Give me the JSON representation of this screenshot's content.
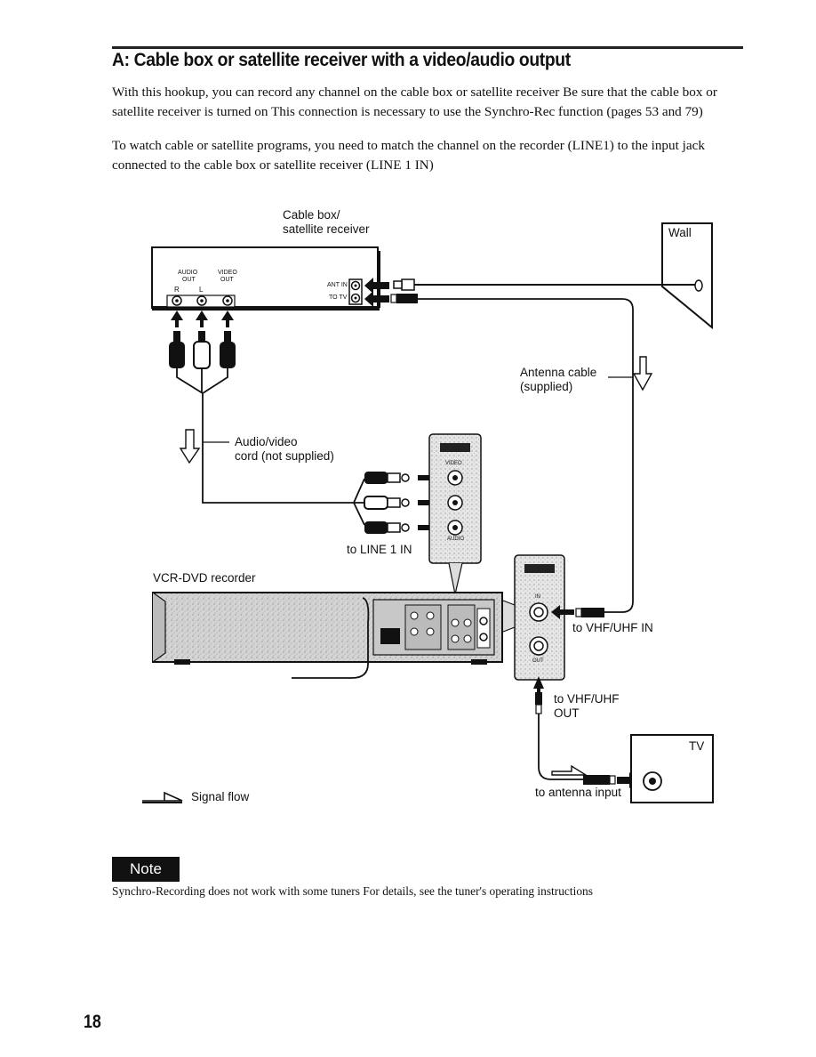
{
  "header": {
    "title": "A: Cable box or satellite receiver with a video/audio output"
  },
  "body": {
    "paragraph1": "With this hookup, you can record any channel on the cable box or satellite receiver Be sure that the cable box or satellite receiver is turned on This connection is necessary to use the Synchro-Rec function (pages 53 and 79)",
    "paragraph2": "To watch cable or satellite programs, you need to match the channel on the recorder (LINE1) to the input jack connected to the cable box or satellite receiver (LINE 1 IN)"
  },
  "diagram": {
    "cable_box_label_line1": "Cable box/",
    "cable_box_label_line2": "satellite receiver",
    "audio_out_label": "AUDIO",
    "audio_out_label2": "OUT",
    "video_out_label": "VIDEO",
    "video_out_label2": "OUT",
    "r_label": "R",
    "l_label": "L",
    "ant_in_label": "ANT IN",
    "to_tv_label": "TO TV",
    "wall_label": "Wall",
    "antenna_cable_line1": "Antenna cable",
    "antenna_cable_line2": "(supplied)",
    "av_cord_line1": "Audio/video",
    "av_cord_line2": "cord (not supplied)",
    "video_jack_label": "VIDEO",
    "audio_jack_label": "AUDIO",
    "line1_in_label": "to LINE 1 IN",
    "recorder_label": "VCR-DVD recorder",
    "vhf_in_jack_label": "IN",
    "vhf_out_jack_label": "OUT",
    "to_vhf_uhf_in_label": "to VHF/UHF IN",
    "to_vhf_uhf_out_line1": "to VHF/UHF",
    "to_vhf_uhf_out_line2": "OUT",
    "tv_label": "TV",
    "antenna_input_label": "to antenna input",
    "signal_flow_label": "Signal flow"
  },
  "note": {
    "badge": "Note",
    "text": "Synchro-Recording does not work with some tuners For details, see the tuner's operating instructions"
  },
  "footer": {
    "page_number": "18"
  }
}
